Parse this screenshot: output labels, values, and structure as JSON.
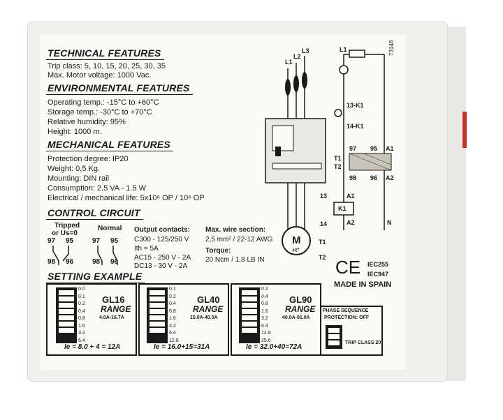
{
  "technical": {
    "heading": "TECHNICAL FEATURES",
    "trip_class": "Trip class: 5, 10, 15, 20, 25, 30, 35",
    "max_voltage": "Max. Motor voltage: 1000 Vac."
  },
  "environmental": {
    "heading": "ENVIRONMENTAL FEATURES",
    "operating": "Operating temp.: -15°C to +60°C",
    "storage": "Storage temp.: -30°C to +70°C",
    "humidity": "Relative humidity: 95%",
    "height": "Height: 1000 m."
  },
  "mechanical": {
    "heading": "MECHANICAL FEATURES",
    "protection": "Protection degree: IP20",
    "weight": "Weight: 0,5 Kg.",
    "mounting": "Mounting: DIN rail",
    "consumption": "Consumption: 2.5 VA - 1.5 W",
    "life": "Electrical / mechanical life: 5x10⁶ OP / 10⁶ OP"
  },
  "control": {
    "heading": "CONTROL CIRCUIT",
    "tripped_label_1": "Tripped",
    "tripped_label_2": "or Us=0",
    "normal_label": "Normal",
    "c97": "97",
    "c95": "95",
    "c98": "98",
    "c96": "96",
    "output_title": "Output contacts:",
    "output_1": "C300 - 125/250 V",
    "output_2": "Ith = 5A",
    "output_3": "AC15 - 250 V - 2A",
    "output_4": "DC13 - 30 V - 2A",
    "wire_title": "Max. wire section:",
    "wire_value": "2,5 mm² / 22-12 AWG",
    "torque_title": "Torque:",
    "torque_value": "20 Ncm / 1,8 LB IN"
  },
  "setting": {
    "heading": "SETTING EXAMPLE",
    "gl16": {
      "values": [
        "0.0",
        "0.1",
        "0.2",
        "0.4",
        "0.8",
        "1.6",
        "3.2",
        "6.4"
      ],
      "name": "GL16",
      "range": "RANGE",
      "span": "4.0A-16.7A",
      "formula": "Ie = 8.0 + 4 = 12A"
    },
    "gl40": {
      "values": [
        "0.1",
        "0.2",
        "0.4",
        "0.8",
        "1.6",
        "3.2",
        "6.4",
        "12.8"
      ],
      "name": "GL40",
      "range": "RANGE",
      "span": "15.0A-40.5A",
      "formula": "Ie = 16.0+15=31A"
    },
    "gl90": {
      "values": [
        "0.2",
        "0.4",
        "0.8",
        "1.6",
        "3.2",
        "6.4",
        "12.8",
        "25.6"
      ],
      "name": "GL90",
      "range": "RANGE",
      "span": "40.0A-91.0A",
      "formula": "Ie = 32.0+40=72A"
    },
    "phase_1": "PHASE SEQUENCE",
    "phase_2": "PROTECTION: OFF",
    "trip_class": "TRIP CLASS 20"
  },
  "diagram": {
    "l1": "L1",
    "l2": "L2",
    "l3": "L3",
    "lA": "L1",
    "k13": "13-K1",
    "k14": "14-K1",
    "t1": "T1",
    "t2": "T2",
    "n97": "97",
    "n95": "95",
    "a1": "A1",
    "n98": "98",
    "n96": "96",
    "a2": "A2",
    "n13": "13",
    "n14": "14",
    "k1": "K1",
    "a1b": "A1",
    "a2b": "A2",
    "n": "N",
    "motor": "M",
    "motor_sub": "+t°",
    "mt1": "T1",
    "mt2": "T2",
    "serial": "73148"
  },
  "cert": {
    "ce": "CE",
    "iec1": "IEC255",
    "iec2": "IEC947",
    "origin": "MADE IN SPAIN"
  }
}
